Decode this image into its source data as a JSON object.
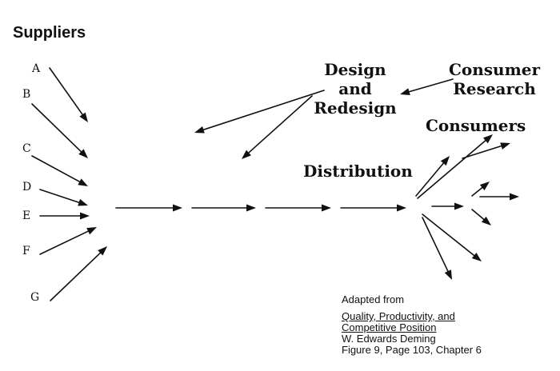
{
  "suppliers_title": "Suppliers",
  "suppliers": [
    "A",
    "B",
    "C",
    "D",
    "E",
    "F",
    "G"
  ],
  "design": [
    "Design",
    "and",
    "Redesign"
  ],
  "consumer_research": [
    "Consumer",
    "Research"
  ],
  "consumers_title": "Consumers",
  "distribution_title": "Distribution",
  "citation": {
    "intro": "Adapted from",
    "book_line1": "Quality, Productivity, and",
    "book_line2": "Competitive Position",
    "author": "W. Edwards Deming",
    "reference": "Figure 9, Page 103, Chapter 6"
  },
  "colors": {
    "ink": "#111111",
    "background": "#ffffff"
  }
}
